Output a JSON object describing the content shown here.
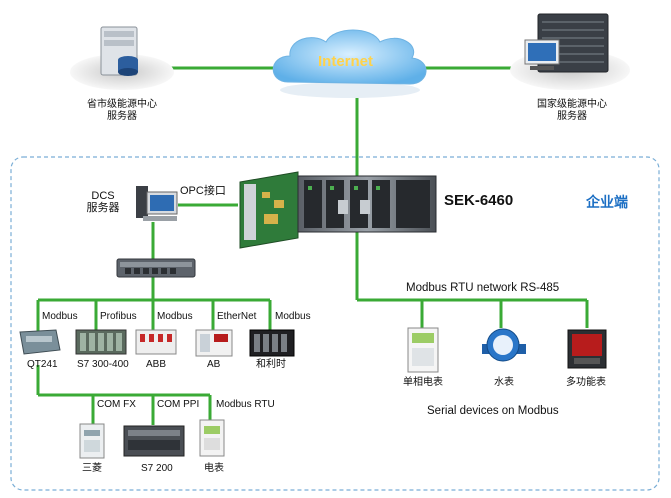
{
  "internet_label": "Internet",
  "servers": {
    "province": [
      "省市级能源中心",
      "服务器"
    ],
    "national": [
      "国家级能源中心",
      "服务器"
    ]
  },
  "enterprise_label": "企业端",
  "gateway_label": "SEK-6460",
  "opc_label": "OPC接口",
  "dcs_server": [
    "DCS",
    "服务器"
  ],
  "rtu_network_label": "Modbus RTU network RS-485",
  "serial_caption": "Serial devices on Modbus",
  "switch_links": [
    "Modbus",
    "Profibus",
    "Modbus",
    "EtherNet",
    "Modbus"
  ],
  "row_devices": [
    "QT241",
    "S7 300-400",
    "ABB",
    "AB",
    "和利时"
  ],
  "com_links": [
    "COM FX",
    "COM PPI",
    "Modbus RTU"
  ],
  "com_devices": [
    "三菱",
    "S7 200",
    "电表"
  ],
  "rtu_devices": [
    "单相电表",
    "水表",
    "多功能表"
  ],
  "colors": {
    "link": "#3aaa35",
    "dash": "#7aaed6",
    "cloud": "#8fc6ee",
    "accent": "#1c6fc4"
  }
}
